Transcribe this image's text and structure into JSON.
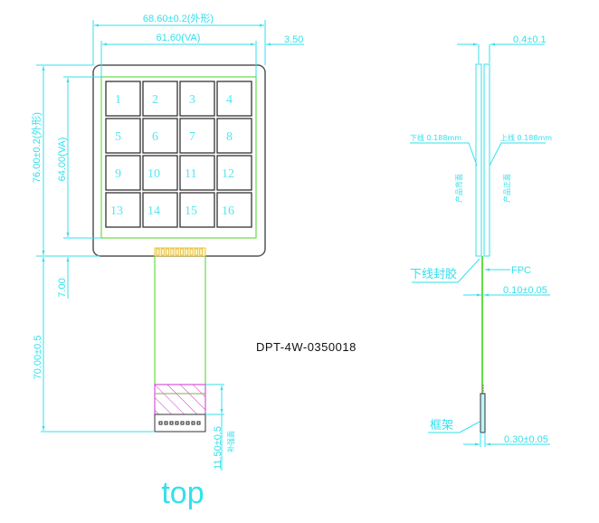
{
  "title": "DPT-4W-0350018",
  "view_label": "top",
  "keys": [
    "1",
    "2",
    "3",
    "4",
    "5",
    "6",
    "7",
    "8",
    "9",
    "10",
    "11",
    "12",
    "13",
    "14",
    "15",
    "16"
  ],
  "front_view": {
    "width_outline": "68.60±0.2(外形)",
    "width_va": "61.60(VA)",
    "right_margin": "3.50",
    "height_outline": "76.00±0.2(外形)",
    "height_va": "64.00(VA)",
    "tail_offset": "7.00",
    "tail_length": "70.00±0.5",
    "stiffener_length": "11.50±0.5",
    "stiffener_label": "补强面"
  },
  "side_view": {
    "thickness": "0.4±0.1",
    "bottom_line": "下线 0.188mm",
    "top_line": "上线 0.188mm",
    "back_label": "产品背面",
    "front_label": "产品正面",
    "seal_label": "下线封胶",
    "fpc_label": "FPC",
    "fpc_thickness": "0.10±0.05",
    "frame_label": "框架",
    "frame_thickness": "0.30±0.05"
  },
  "colors": {
    "dimension": "#33e0ee",
    "va": "#66dd44",
    "hatch": "#cc33cc",
    "connector": "#e8c840"
  }
}
